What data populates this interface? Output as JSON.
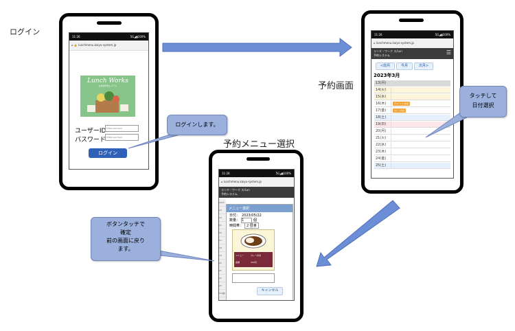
{
  "labels": {
    "login": "ログイン",
    "reserve_screen": "予約画面",
    "menu_select": "予約メニュー選択"
  },
  "callouts": {
    "login_callout": "ログインします。",
    "touch_date_line1": "タッチして",
    "touch_date_line2": "日付選択",
    "button_line1": "ボタンタッチで",
    "button_line2": "確定",
    "button_line3": "前の画面に戻り",
    "button_line4": "ます。"
  },
  "phone_login": {
    "status_time": "11:26",
    "status_right": "5G◢▮100%",
    "url": "lunchmenu.kaiyo-system.jp",
    "brand": "Lunch Works",
    "brand_sub": "お弁当予約システム",
    "userid_label": "ユーザーID",
    "password_label": "パスワード",
    "userid_placeholder": "HTML text field",
    "password_placeholder": "HTML text field",
    "login_button": "ログイン"
  },
  "phone_calendar": {
    "status_time": "11:26",
    "status_right": "5G◢▮100%",
    "url": "lunchmenu.kaiyo-system.jp",
    "app_title": "ランチ・ワーク ス/Lun",
    "app_sub": "予約システム",
    "nav_prev": "<前月",
    "nav_today": "今月",
    "nav_next": "次月>",
    "month_title": "2023年3月",
    "rows": [
      {
        "day": "13(月)",
        "entry": ""
      },
      {
        "day": "14(火)",
        "entry": ""
      },
      {
        "day": "15(水)",
        "entry": ""
      },
      {
        "day": "16(木)",
        "entry": "チャーハン弁当"
      },
      {
        "day": "17(金)",
        "entry": "カレー弁当"
      },
      {
        "day": "18(土)",
        "entry": ""
      },
      {
        "day": "19(日)",
        "entry": ""
      },
      {
        "day": "20(月)",
        "entry": ""
      },
      {
        "day": "21(火)",
        "entry": ""
      },
      {
        "day": "22(水)",
        "entry": ""
      },
      {
        "day": "23(木)",
        "entry": ""
      },
      {
        "day": "24(金)",
        "entry": ""
      },
      {
        "day": "25(土)",
        "entry": ""
      }
    ]
  },
  "phone_menu": {
    "status_time": "11:26",
    "status_right": "5G◢▮100%",
    "url": "lunchmenu.kaiyo-system.jp",
    "app_title": "ランチ・ワーク ス/Lun",
    "app_sub": "予約システム",
    "dialog_title": "メニュー選択",
    "date_label": "日付：",
    "date_value": "2023/05/22",
    "qty_label": "数量：",
    "qty_value": "1",
    "qty_unit": "個",
    "time_label": "時間帯：",
    "time_value": "2 昼食",
    "menu_name_label": "メニュー",
    "menu_name_value": "カレー弁当",
    "price_label": "金額",
    "price_value": "400円",
    "cancel_button": "キャンセル",
    "side_days": [
      "2023",
      "13",
      "14",
      "15",
      "16",
      "17",
      "18",
      "19",
      "20",
      "21",
      "22",
      "23",
      "24(金)",
      "25(土)"
    ]
  }
}
